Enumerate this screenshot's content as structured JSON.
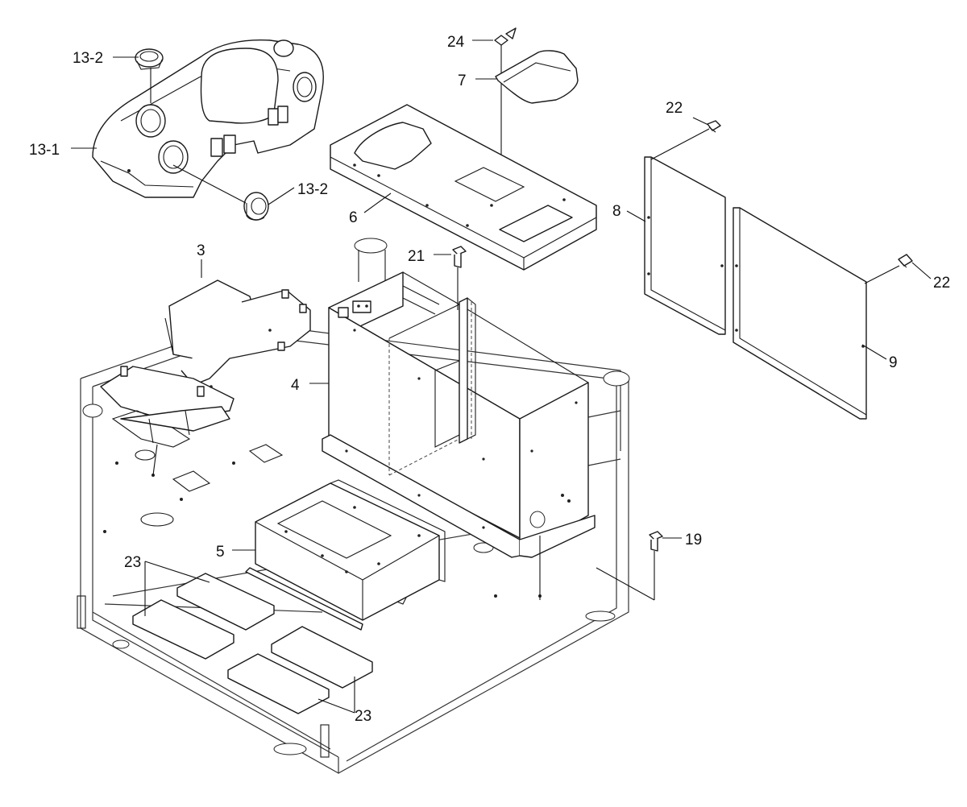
{
  "callouts": {
    "c_13_2_top": "13-2",
    "c_13_1": "13-1",
    "c_13_2_bottom": "13-2",
    "c_24": "24",
    "c_7": "7",
    "c_6": "6",
    "c_22_top": "22",
    "c_22_right": "22",
    "c_8": "8",
    "c_9": "9",
    "c_3": "3",
    "c_21": "21",
    "c_4": "4",
    "c_5": "5",
    "c_19": "19",
    "c_23_top": "23",
    "c_23_bottom": "23"
  }
}
